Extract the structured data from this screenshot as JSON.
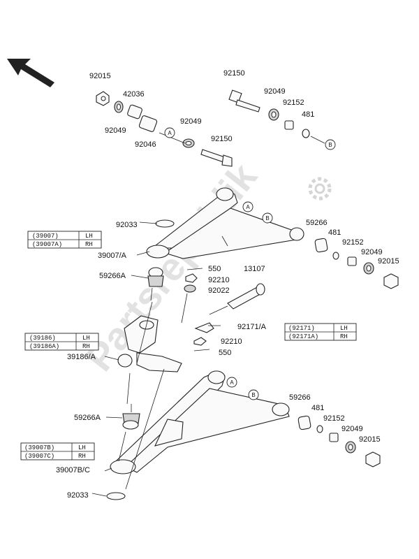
{
  "watermark": "Partsrepublik",
  "labels": {
    "l_92015_top": "92015",
    "l_42036": "42036",
    "l_92049_a": "92049",
    "l_92049_b": "92049",
    "l_92046": "92046",
    "l_92150_a": "92150",
    "l_92150_b": "92150",
    "l_92049_c": "92049",
    "l_92152_a": "92152",
    "l_481_a": "481",
    "l_92033_a": "92033",
    "l_39007a": "39007/A",
    "l_59266a_a": "59266A",
    "l_550_a": "550",
    "l_92210_a": "92210",
    "l_92022": "92022",
    "l_13107": "13107",
    "l_59266_a": "59266",
    "l_481_b": "481",
    "l_92152_b": "92152",
    "l_92049_d": "92049",
    "l_92015_b": "92015",
    "l_92171a": "92171/A",
    "l_92210_b": "92210",
    "l_550_b": "550",
    "l_39186a": "39186/A",
    "l_59266a_b": "59266A",
    "l_59266_b": "59266",
    "l_481_c": "481",
    "l_92152_c": "92152",
    "l_92049_e": "92049",
    "l_92015_c": "92015",
    "l_39007bc": "39007B/C",
    "l_92033_b": "92033"
  },
  "callouts": {
    "a1": "A",
    "a2": "A",
    "a3": "A",
    "b1": "B",
    "b2": "B",
    "b3": "B"
  },
  "tables": {
    "t1": {
      "r1_code": "(39007)",
      "r1_side": "LH",
      "r2_code": "(39007A)",
      "r2_side": "RH"
    },
    "t2": {
      "r1_code": "(39186)",
      "r1_side": "LH",
      "r2_code": "(39186A)",
      "r2_side": "RH"
    },
    "t3": {
      "r1_code": "(92171)",
      "r1_side": "LH",
      "r2_code": "(92171A)",
      "r2_side": "RH"
    },
    "t4": {
      "r1_code": "(39007B)",
      "r1_side": "LH",
      "r2_code": "(39007C)",
      "r2_side": "RH"
    }
  },
  "icons": [
    "front-direction-arrow-icon",
    "gear-logo-icon"
  ]
}
